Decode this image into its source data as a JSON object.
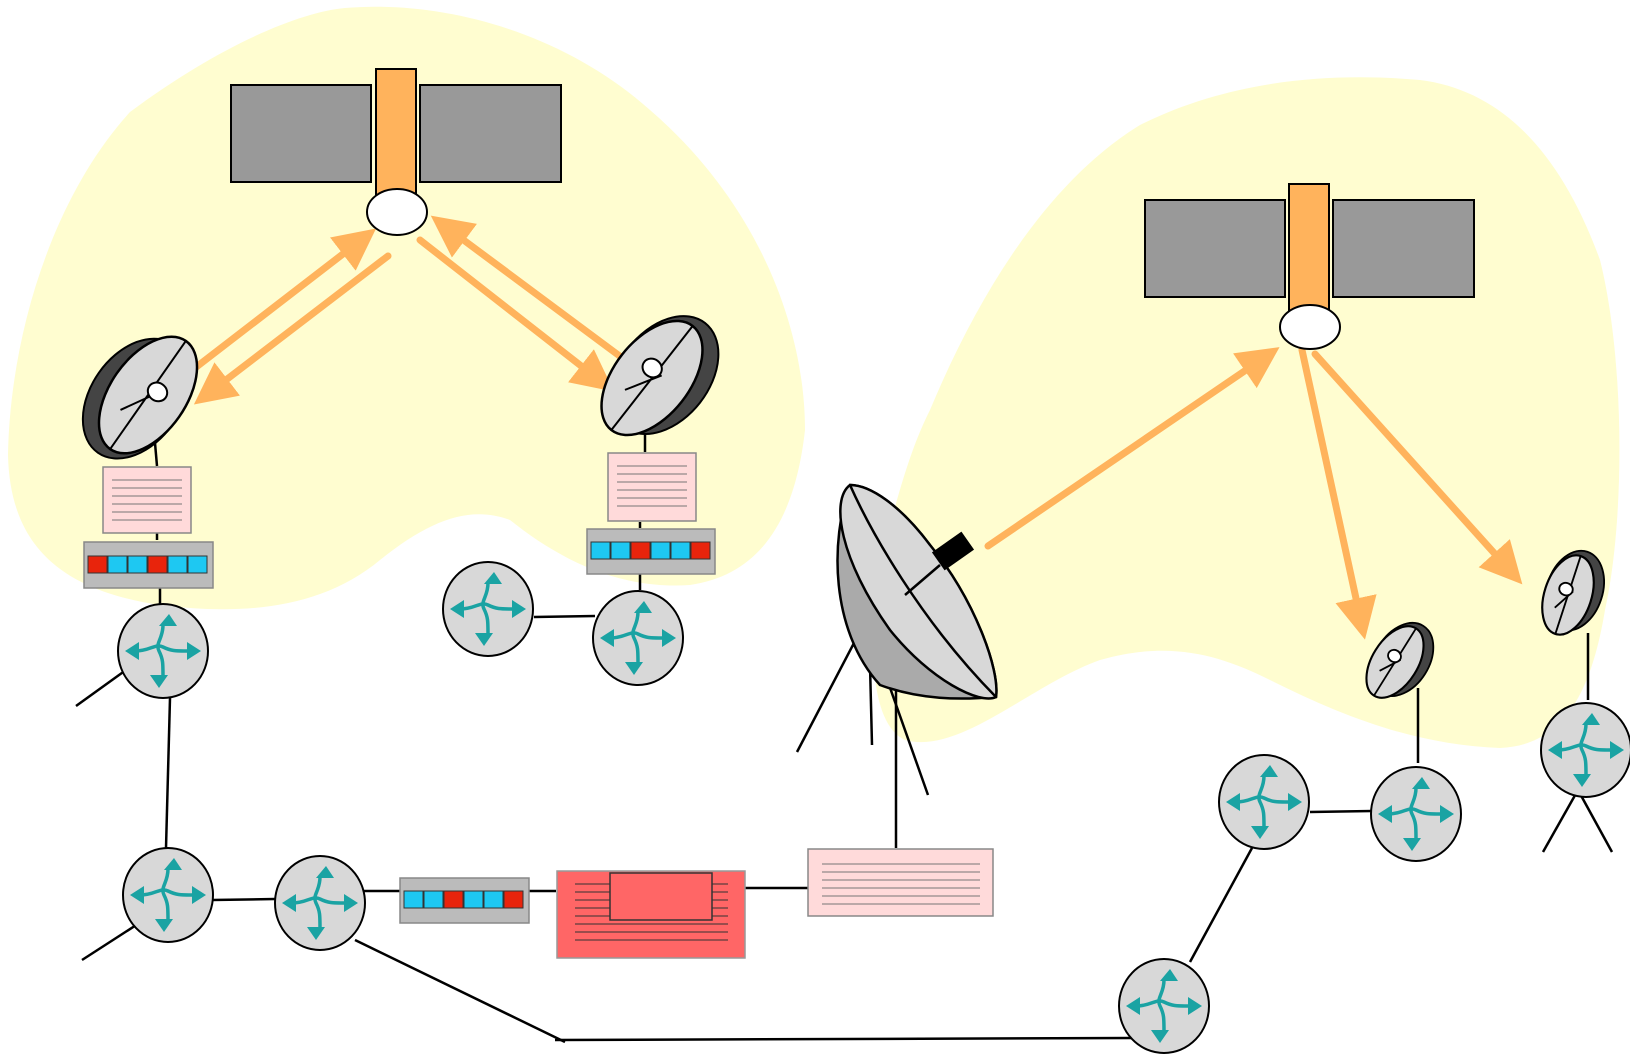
{
  "diagram": {
    "colors": {
      "coverage": "#FFFDD0",
      "panel": "#999999",
      "mast": "#FFB35C",
      "link": "#FFB35C",
      "router_fill": "#D8D8D8",
      "router_arrow": "#1AA3A3",
      "doc_fill": "#FFDADA",
      "server_fill": "#FF6666",
      "queue_frame": "#BBBBBB",
      "packet_blue": "#1EC8F2",
      "packet_red": "#E8240C",
      "dish_light": "#D8D8D8",
      "dish_dark": "#444444"
    },
    "icons": {
      "satellite": "satellite-icon",
      "dish": "satellite-dish-icon",
      "router": "router-icon",
      "server": "server-icon",
      "document": "document-icon",
      "queue": "packet-queue-icon"
    },
    "queues": {
      "left": [
        "red",
        "blue",
        "blue",
        "red",
        "blue",
        "blue"
      ],
      "middle": [
        "blue",
        "blue",
        "red",
        "blue",
        "blue",
        "red"
      ],
      "bottom": [
        "blue",
        "blue",
        "red",
        "blue",
        "blue",
        "red"
      ]
    }
  }
}
